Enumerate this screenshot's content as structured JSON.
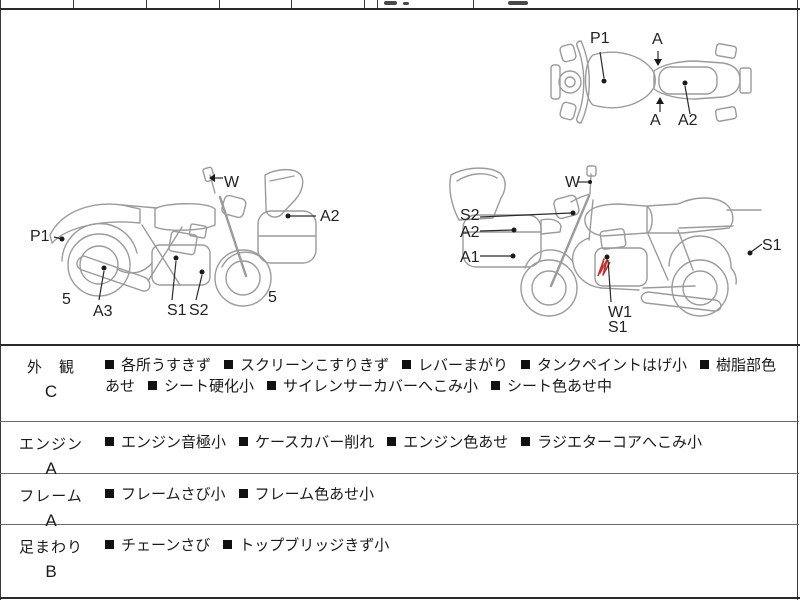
{
  "diagrams": {
    "top_view": {
      "labels": {
        "p1": "P1",
        "a_top": "A",
        "a_bottom": "A",
        "a2": "A2"
      }
    },
    "side_right_facing": {
      "labels": {
        "w": "W",
        "a2": "A2",
        "p1": "P1",
        "a3": "A3",
        "s1": "S1",
        "s2": "S2",
        "wheel_front_grade": "5",
        "wheel_rear_grade": "5"
      }
    },
    "side_left_facing": {
      "labels": {
        "w": "W",
        "s2": "S2",
        "a2": "A2",
        "a1": "A1",
        "s1_rear": "S1",
        "w1": "W1",
        "s1_engine": "S1"
      }
    }
  },
  "table": {
    "bullet": "■",
    "rows": [
      {
        "category": "外　観",
        "grade": "C",
        "items": [
          "各所うすきず",
          "スクリーンこすりきず",
          "レバーまがり",
          "タンクペイントはげ小",
          "樹脂部色あせ",
          "シート硬化小",
          "サイレンサーカバーへこみ小",
          "シート色あせ中"
        ]
      },
      {
        "category": "エンジン",
        "grade": "A",
        "items": [
          "エンジン音極小",
          "ケースカバー削れ",
          "エンジン色あせ",
          "ラジエターコアへこみ小"
        ]
      },
      {
        "category": "フレーム",
        "grade": "A",
        "items": [
          "フレームさび小",
          "フレーム色あせ小"
        ]
      },
      {
        "category": "足まわり",
        "grade": "B",
        "items": [
          "チェーンさび",
          "トップブリッジきず小"
        ]
      }
    ]
  },
  "colors": {
    "drawing_line": "#9b9b9b",
    "callout_line": "#2a2a2a",
    "defect_mark": "#c23030",
    "text": "#1a1a1a",
    "bullet_icon": "square"
  }
}
